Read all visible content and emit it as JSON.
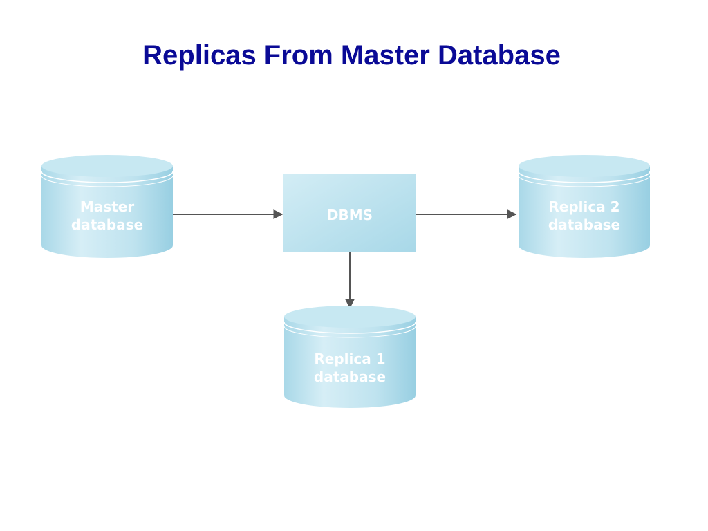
{
  "title": "Replicas From Master Database",
  "colors": {
    "title": "#0a0a96",
    "node_fill_light": "#d3edf5",
    "node_fill_dark": "#9fd3e5",
    "node_top": "#c2e6f1",
    "label": "#ffffff",
    "arrow": "#555555"
  },
  "nodes": {
    "master": {
      "line1": "Master",
      "line2": "database"
    },
    "dbms": {
      "label": "DBMS"
    },
    "replica1": {
      "line1": "Replica 1",
      "line2": "database"
    },
    "replica2": {
      "line1": "Replica 2",
      "line2": "database"
    }
  },
  "edges": [
    {
      "from": "Master database",
      "to": "DBMS"
    },
    {
      "from": "DBMS",
      "to": "Replica 2 database"
    },
    {
      "from": "DBMS",
      "to": "Replica 1 database"
    }
  ]
}
